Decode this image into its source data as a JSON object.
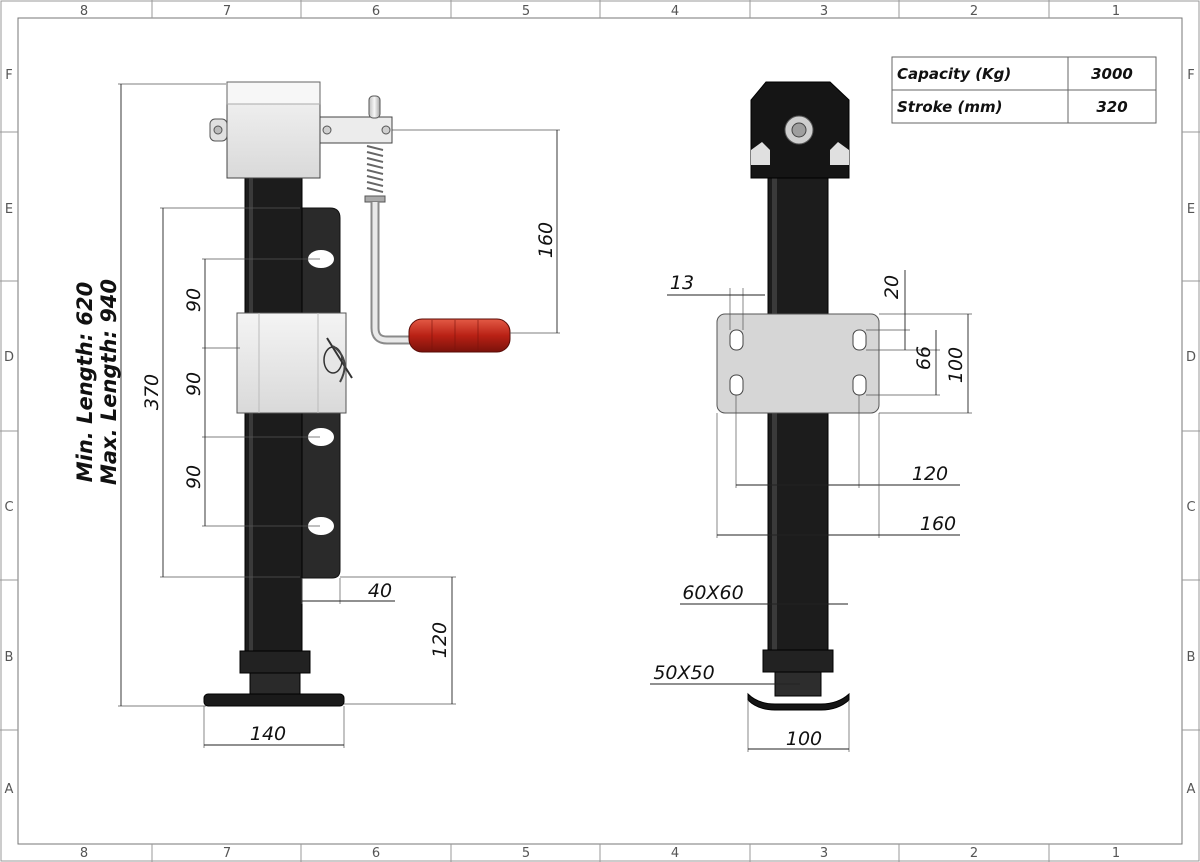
{
  "border": {
    "column_labels_top": [
      "8",
      "7",
      "6",
      "5",
      "4",
      "3",
      "2",
      "1"
    ],
    "column_labels_bottom": [
      "8",
      "7",
      "6",
      "5",
      "4",
      "3",
      "2",
      "1"
    ],
    "row_labels_left": [
      "F",
      "E",
      "D",
      "C",
      "B",
      "A"
    ],
    "row_labels_right": [
      "F",
      "E",
      "D",
      "C",
      "B",
      "A"
    ]
  },
  "spec_table": {
    "rows": [
      {
        "label": "Capacity (Kg)",
        "value": "3000"
      },
      {
        "label": "Stroke (mm)",
        "value": "320"
      }
    ]
  },
  "side_view": {
    "min_length": "Min. Length: 620",
    "max_length": "Max. Length: 940",
    "dim_370": "370",
    "dim_90_top": "90",
    "dim_90_mid": "90",
    "dim_90_bottom": "90",
    "dim_160_handle": "160",
    "dim_40": "40",
    "dim_120": "120",
    "dim_140": "140"
  },
  "front_view": {
    "dim_13": "13",
    "dim_20": "20",
    "dim_66": "66",
    "dim_100_plate": "100",
    "dim_120": "120",
    "dim_160": "160",
    "dim_60x60": "60X60",
    "dim_50x50": "50X50",
    "dim_100_foot": "100"
  },
  "colors": {
    "tube": "#1c1c1c",
    "handle_grip": "#c0281c",
    "plate": "#d6d6d6",
    "clamp": "#e9e9e9",
    "line": "#222222",
    "border": "#888888"
  }
}
